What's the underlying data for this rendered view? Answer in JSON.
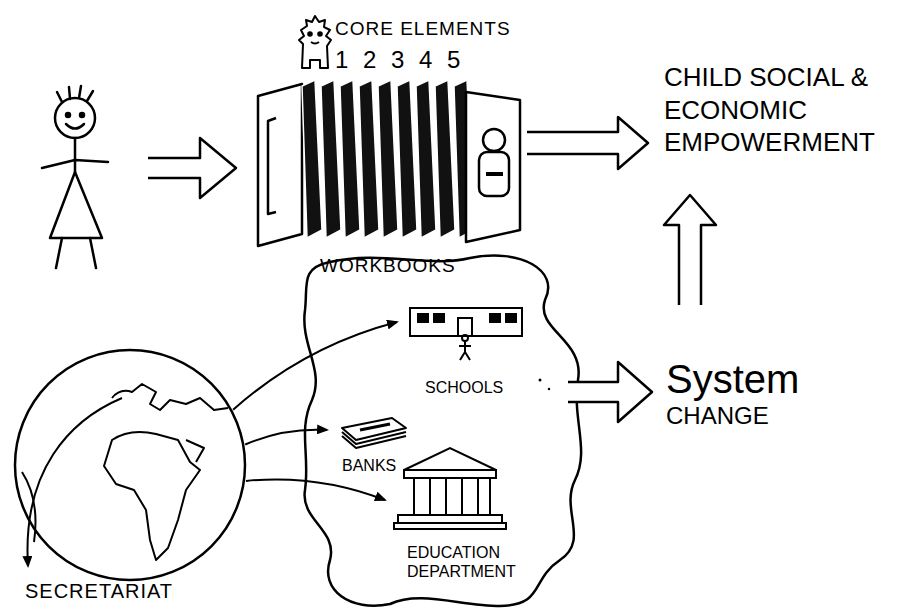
{
  "diagram": {
    "nodes": [
      {
        "text": [
          "CORE ELEMENTS",
          "1 2 3 4 5",
          "WORKBOOKS"
        ]
      },
      {
        "text": [
          "CHILD SOCIAL & ECONOMIC EMPOWERMENT"
        ]
      },
      {
        "text": [
          "SECRETARIAT"
        ]
      },
      {
        "text": [
          "SCHOOLS"
        ]
      },
      {
        "text": [
          "BANKS"
        ]
      },
      {
        "text": [
          "EDUCATION DEPARTMENT"
        ]
      },
      {
        "text": [
          "System CHANGE"
        ]
      }
    ],
    "edges": [
      {
        "from": 0,
        "to": 1,
        "arrow": "to"
      },
      {
        "from": 2,
        "to": 3,
        "arrow": "to"
      },
      {
        "from": 2,
        "to": 4,
        "arrow": "to"
      },
      {
        "from": 2,
        "to": 5,
        "arrow": "to"
      },
      {
        "from": 6,
        "to": 1,
        "arrow": "to"
      }
    ]
  }
}
